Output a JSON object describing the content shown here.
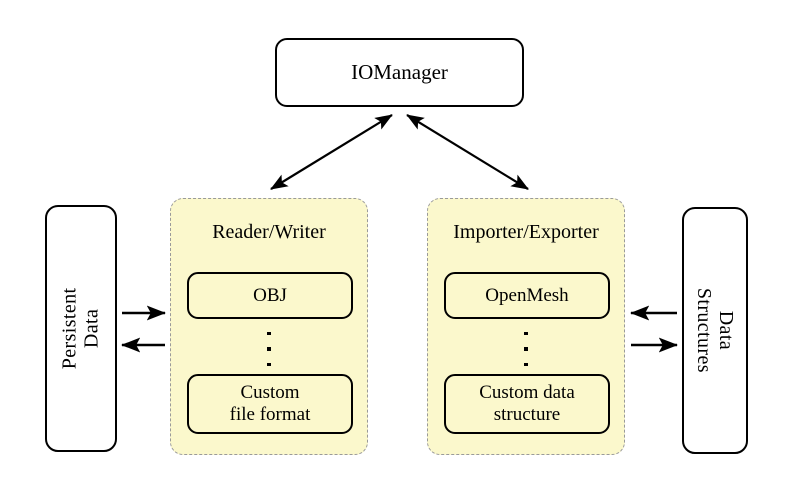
{
  "diagram": {
    "title_node": {
      "label": "IOManager"
    },
    "left_store": {
      "label": "Persistent Data"
    },
    "right_store": {
      "label": "Data Structures"
    },
    "panels": [
      {
        "title": "Reader/Writer",
        "items": [
          {
            "label": "OBJ"
          },
          {
            "label": "Custom\nfile format"
          }
        ],
        "ellipsis": "⋮"
      },
      {
        "title": "Importer/Exporter",
        "items": [
          {
            "label": "OpenMesh"
          },
          {
            "label": "Custom data\nstructure"
          }
        ],
        "ellipsis": "⋮"
      }
    ],
    "colors": {
      "panel_fill": "#fbf8cc",
      "panel_border": "#9a9a9a",
      "node_border": "#000000",
      "node_fill": "#ffffff",
      "background": "#ffffff",
      "text": "#000000"
    },
    "connections": [
      {
        "name": "iomanager-to-reader-writer",
        "style": "double-headed"
      },
      {
        "name": "iomanager-to-importer-exporter",
        "style": "double-headed"
      },
      {
        "name": "persistent-data-to-reader-writer",
        "style": "single-headed-right"
      },
      {
        "name": "reader-writer-to-persistent-data",
        "style": "single-headed-left"
      },
      {
        "name": "data-structures-to-importer-exporter",
        "style": "single-headed-left"
      },
      {
        "name": "importer-exporter-to-data-structures",
        "style": "single-headed-right"
      }
    ]
  }
}
